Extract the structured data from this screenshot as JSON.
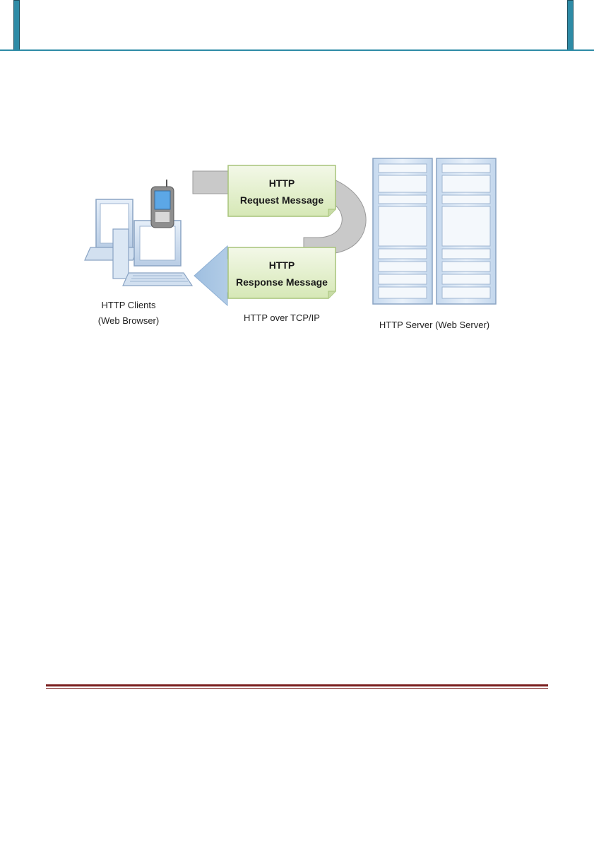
{
  "diagram": {
    "request_box": {
      "line1": "HTTP",
      "line2": "Request Message"
    },
    "response_box": {
      "line1": "HTTP",
      "line2": "Response Message"
    },
    "client_caption": {
      "line1": "HTTP Clients",
      "line2": "(Web Browser)"
    },
    "transport_caption": "HTTP over TCP/IP",
    "server_caption": "HTTP Server (Web Server)"
  },
  "colors": {
    "header_accent": "#2e8ba6",
    "footer_rule": "#7a1e1e",
    "message_box": "#e4f0cc",
    "arrow_fill": "#bcd3ea"
  },
  "icons": [
    "desktop-computer-icon",
    "laptop-icon",
    "mobile-phone-icon",
    "server-rack-icon"
  ]
}
